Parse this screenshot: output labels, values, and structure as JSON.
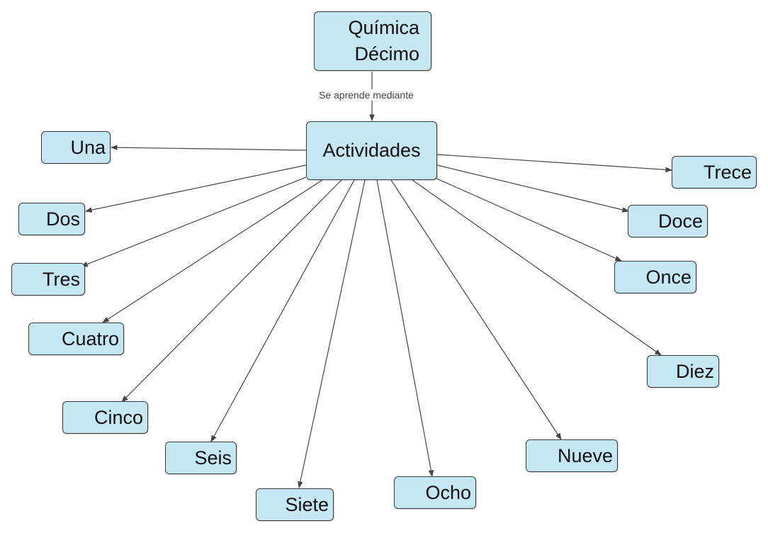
{
  "root": {
    "line1": "Química",
    "line2": "Décimo"
  },
  "link_label": "Se aprende mediante",
  "center": {
    "label": "Actividades"
  },
  "items": [
    "Una",
    "Dos",
    "Tres",
    "Cuatro",
    "Cinco",
    "Seis",
    "Siete",
    "Ocho",
    "Nueve",
    "Diez",
    "Once",
    "Doce",
    "Trece"
  ],
  "colors": {
    "node_fill": "#c5e6f3",
    "node_border": "#3a3a3a",
    "edge": "#444444"
  }
}
